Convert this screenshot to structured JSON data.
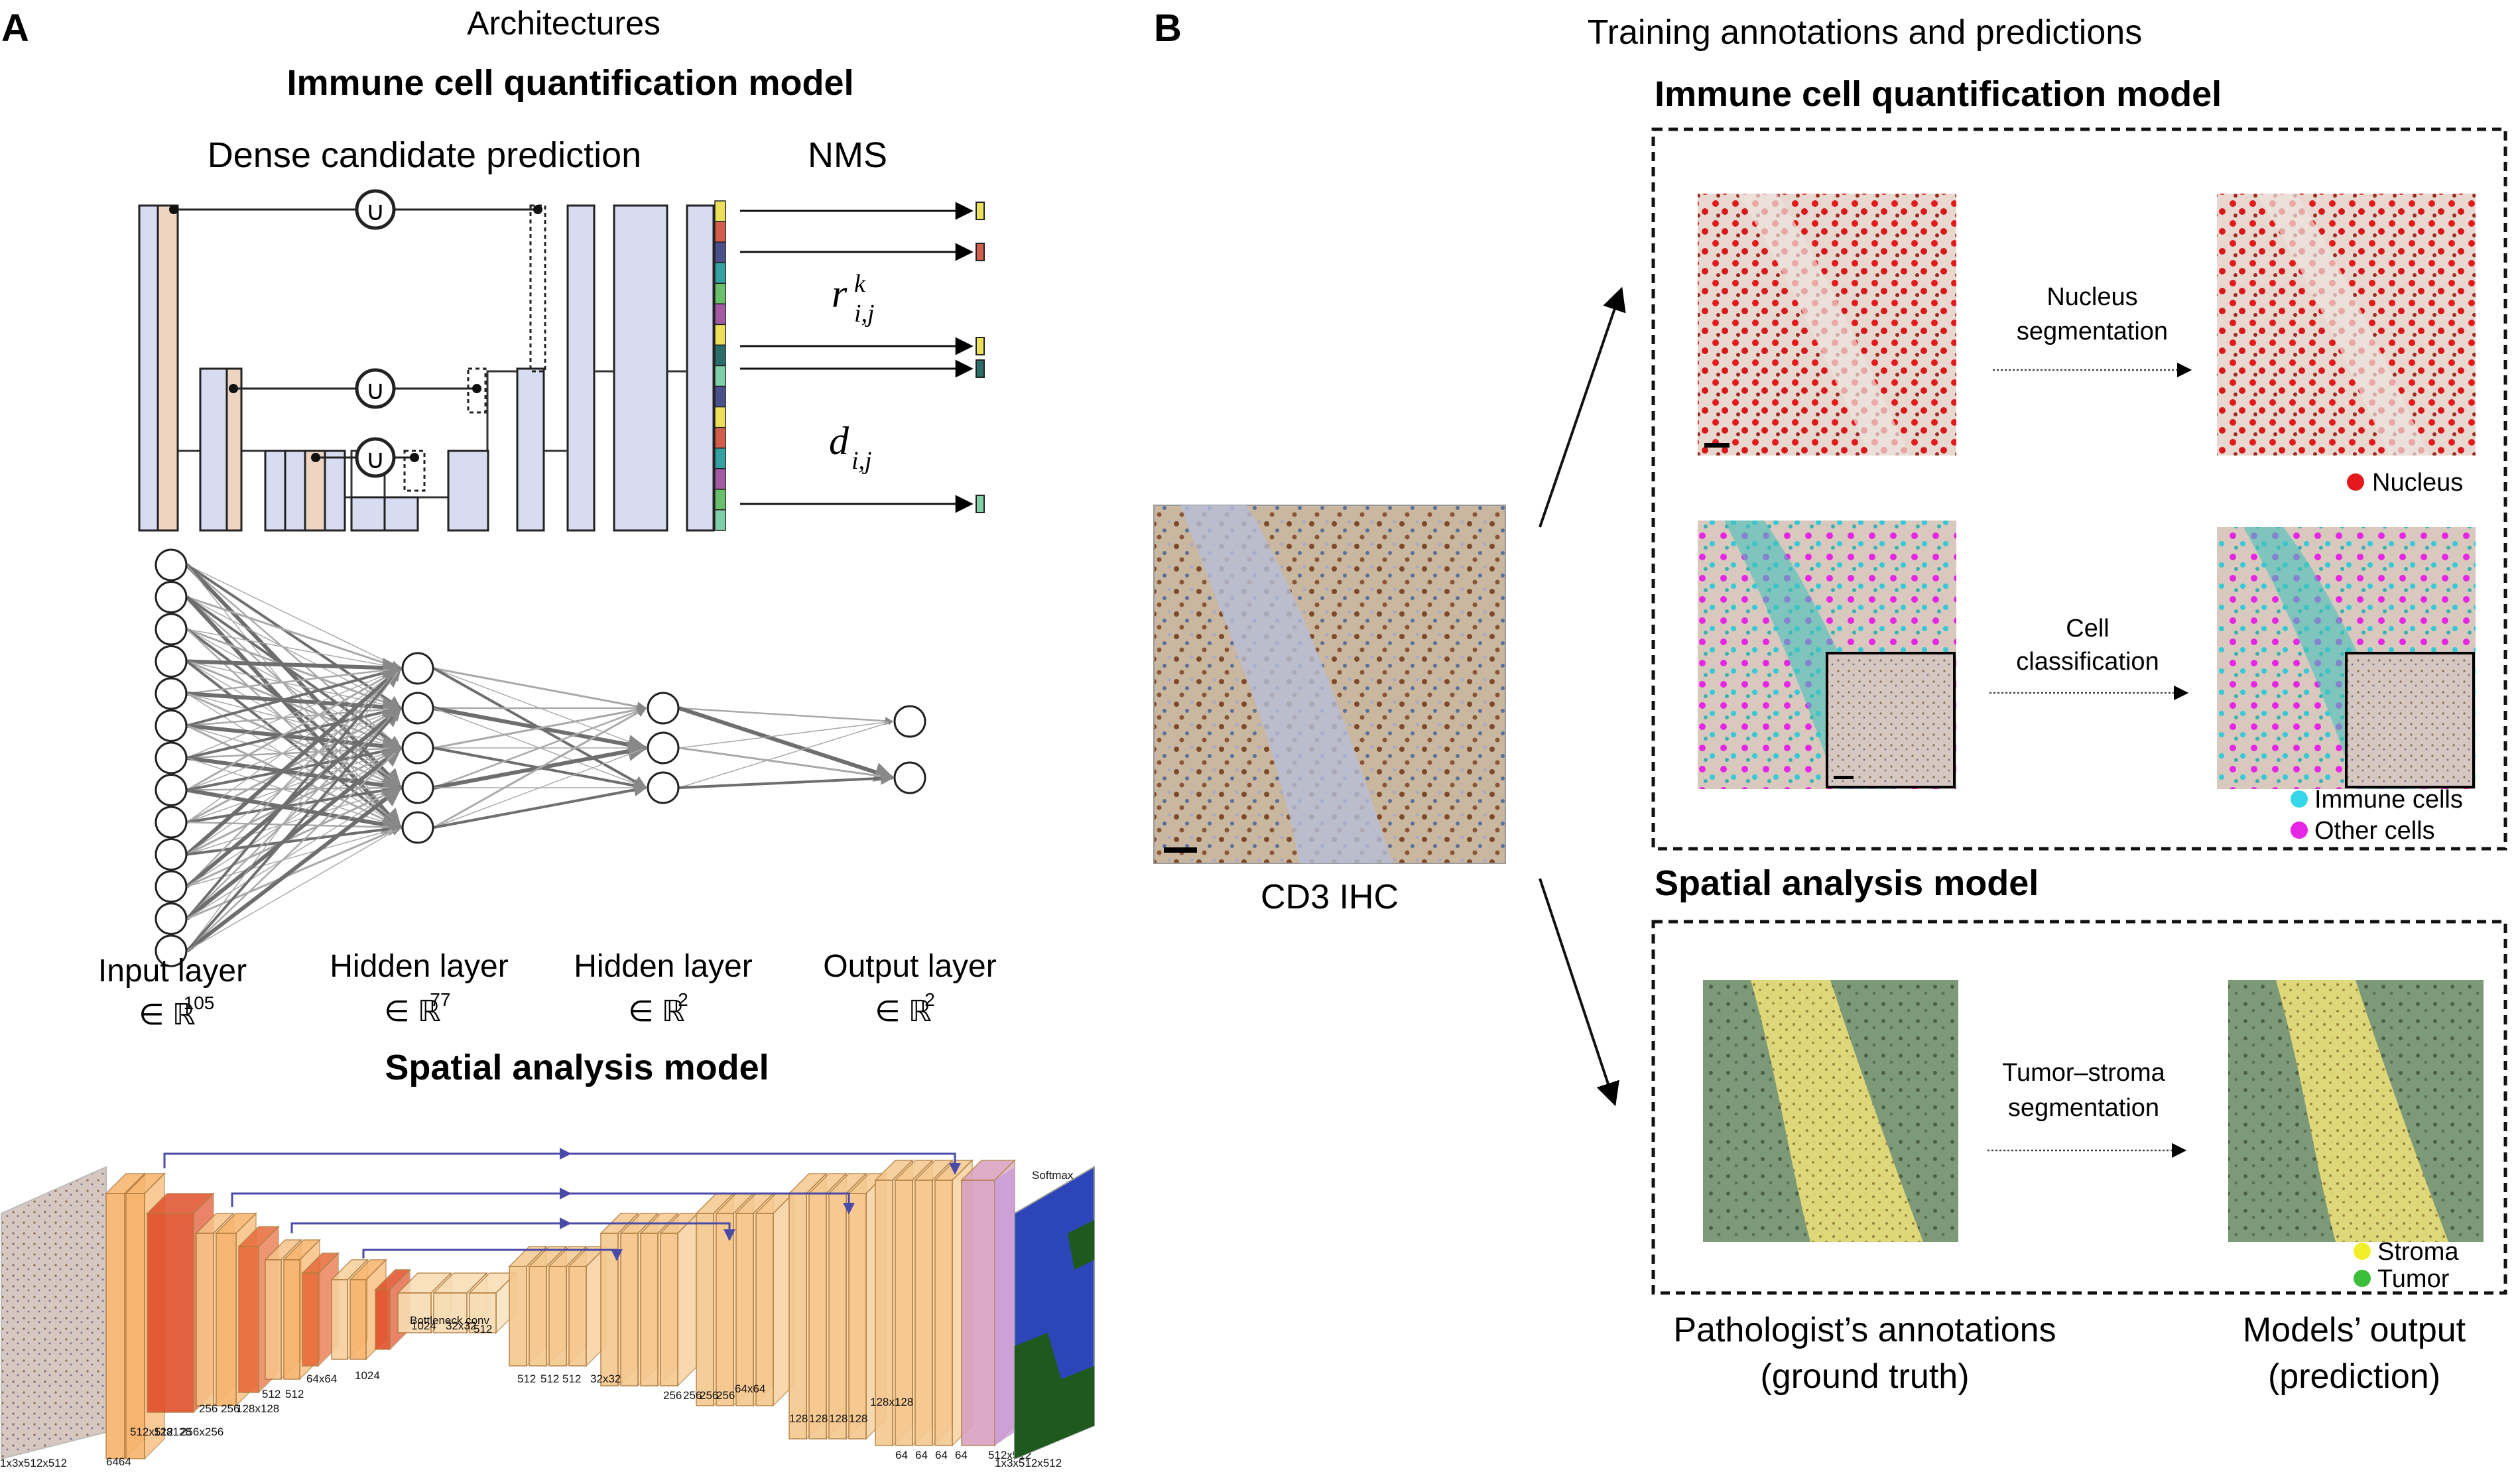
{
  "panel_a": {
    "letter": "A",
    "section_title": "Architectures",
    "model1_title": "Immune cell quantification model",
    "dense_label": "Dense candidate prediction",
    "nms_label": "NMS",
    "r_base": "r",
    "r_sup": "k",
    "r_sub": "i,j",
    "d_base": "d",
    "d_sub": "i,j",
    "union_symbol": "∪",
    "layers": [
      {
        "label": "Input layer",
        "dim": "∈ ℝ",
        "exp": "105"
      },
      {
        "label": "Hidden layer",
        "dim": "∈ ℝ",
        "exp": "77"
      },
      {
        "label": "Hidden layer",
        "dim": "∈ ℝ",
        "exp": "2"
      },
      {
        "label": "Output layer",
        "dim": "∈ ℝ",
        "exp": "2"
      }
    ],
    "model2_title": "Spatial analysis model",
    "unet": {
      "softmax": "Softmax",
      "bottleneck": "Bottleneck conv",
      "input_size": "1x3x512x512",
      "output_size": "1x3x512x512",
      "labels": [
        "6464",
        "512x512",
        "128128",
        "256x256",
        "256 256",
        "128x128",
        "512",
        "512",
        "64x64",
        "1024",
        "1024",
        "32x32",
        "512",
        "512",
        "512",
        "512",
        "32x32",
        "256",
        "256",
        "256",
        "256",
        "64x64",
        "128",
        "128",
        "128",
        "128",
        "128x128",
        "64",
        "64",
        "64",
        "64",
        "512x512"
      ]
    }
  },
  "panel_b": {
    "letter": "B",
    "section_title": "Training annotations and predictions",
    "model1_title": "Immune cell quantification model",
    "model2_title": "Spatial analysis model",
    "cd3_label": "CD3 IHC",
    "nucleus_step": [
      "Nucleus",
      "segmentation"
    ],
    "cell_step": [
      "Cell",
      "classification"
    ],
    "tumor_step": [
      "Tumor–stroma",
      "segmentation"
    ],
    "legend_nucleus": "Nucleus",
    "legend_immune": "Immune cells",
    "legend_other": "Other cells",
    "legend_stroma": "Stroma",
    "legend_tumor": "Tumor",
    "footer_left": [
      "Pathologist’s annotations",
      "(ground truth)"
    ],
    "footer_right": [
      "Models’ output",
      "(prediction)"
    ]
  },
  "colors": {
    "layer_blue": "#d7dcf0",
    "layer_tan": "#edd5c2",
    "nucleus_red": "#e31a1c",
    "immune_cyan": "#34d6e8",
    "other_magenta": "#e526e5",
    "stroma_yellow": "#f2ee2a",
    "tumor_green": "#3bbf3b",
    "unet_orange": "#f7b36b",
    "unet_red": "#e0502a",
    "softmax_purple": "#c79ad6",
    "seg_blue": "#2c45b8",
    "seg_green": "#1e5a1e"
  }
}
